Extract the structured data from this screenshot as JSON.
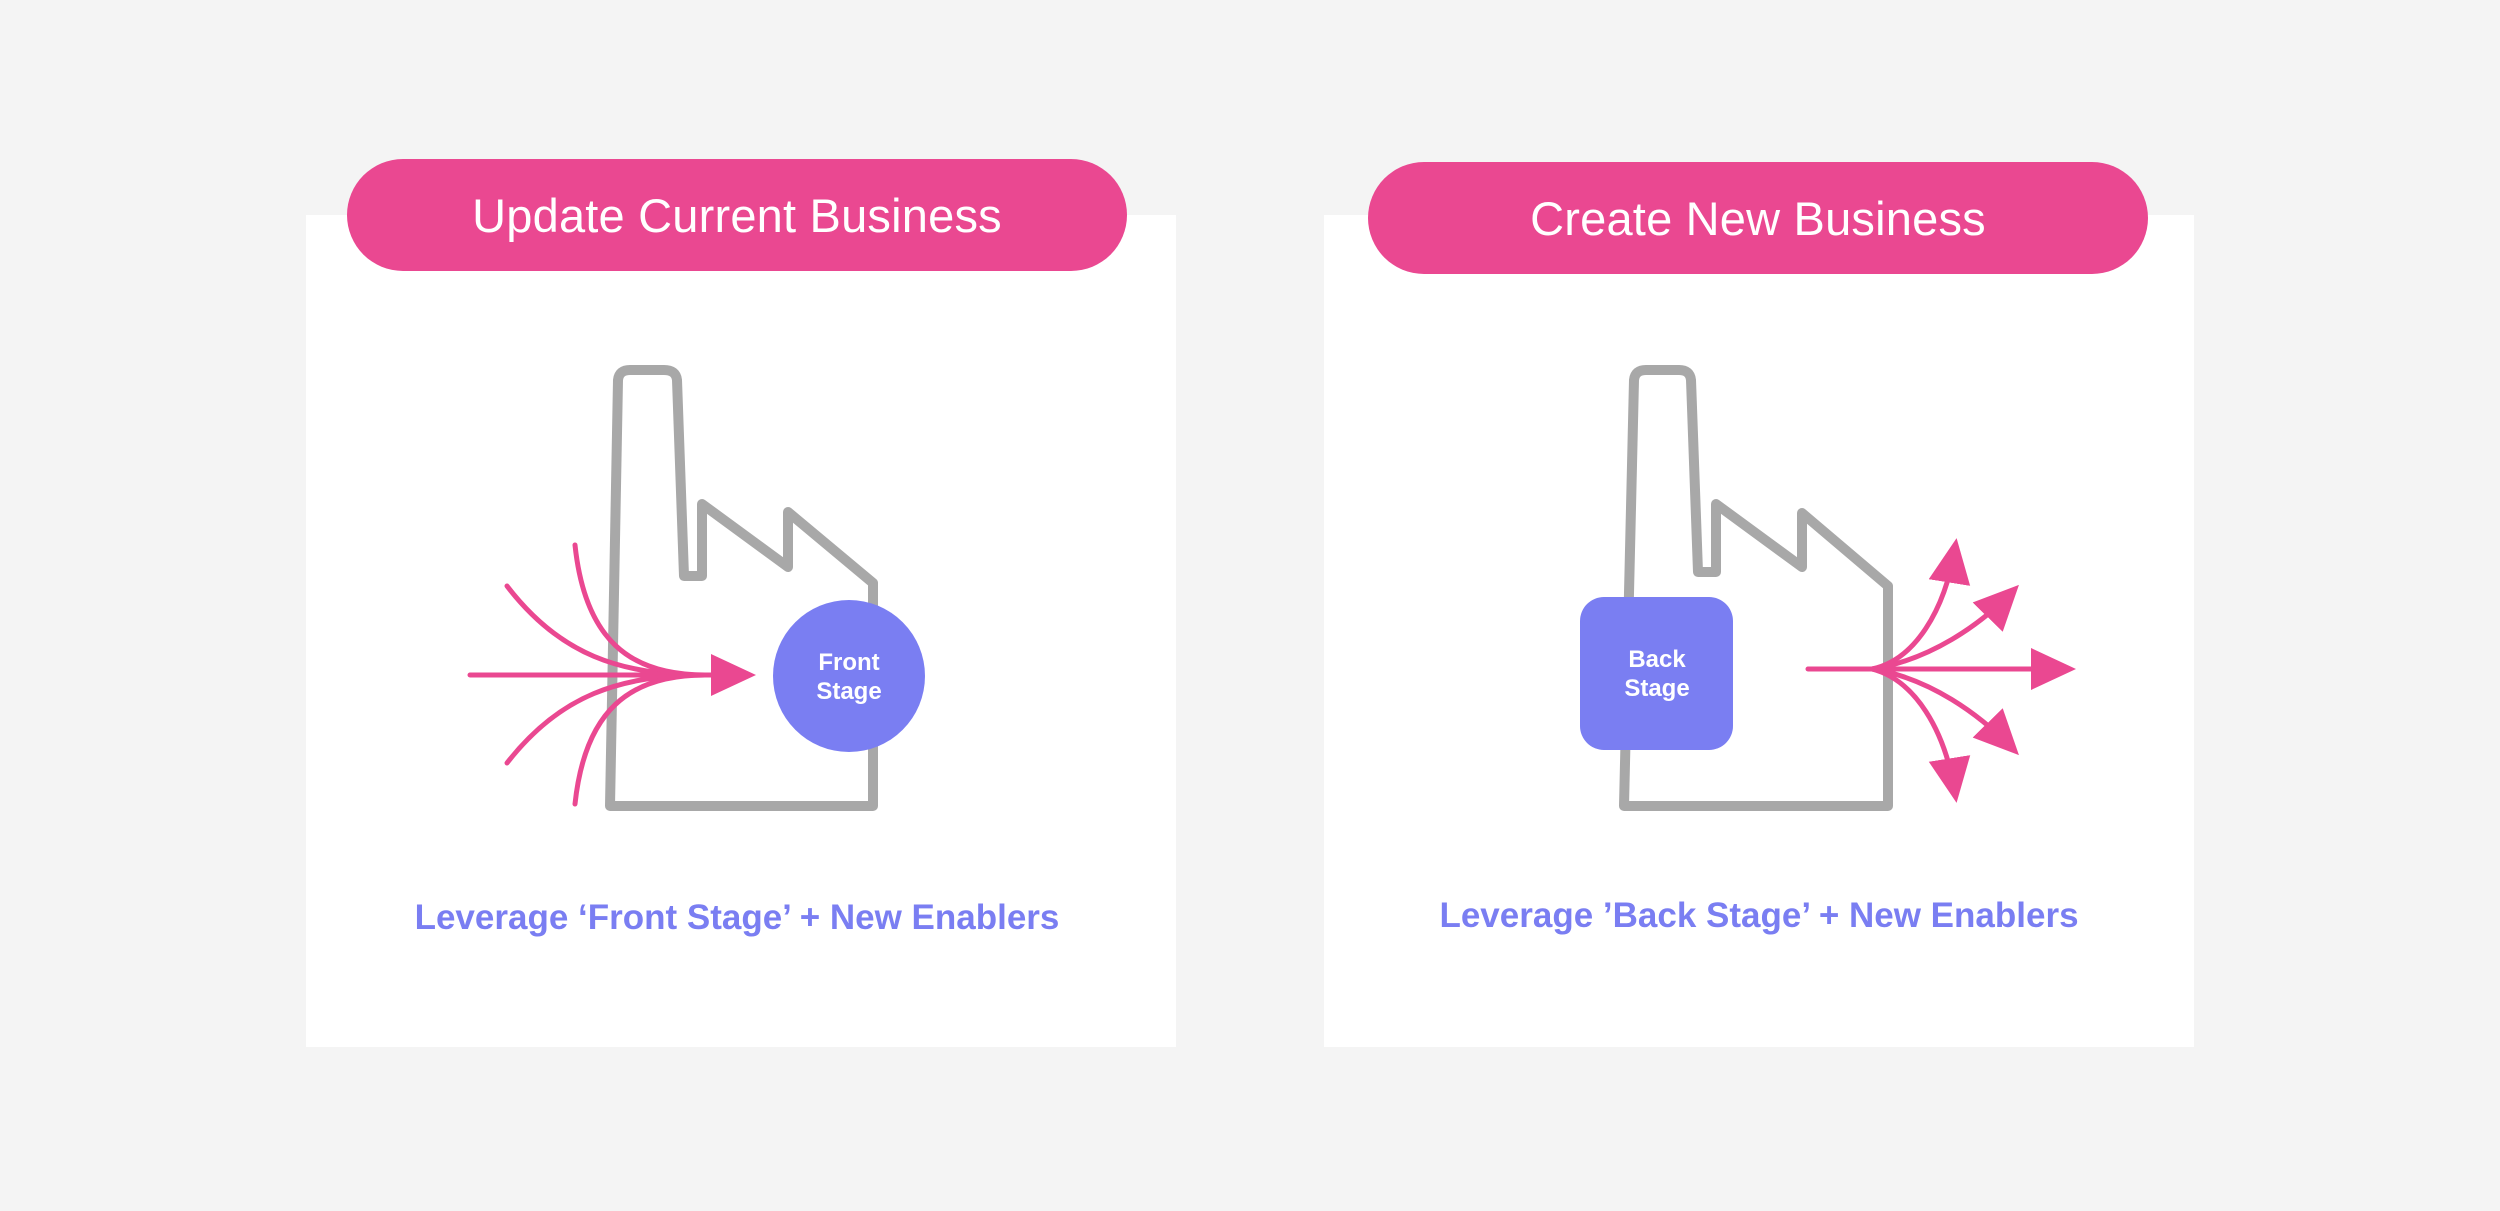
{
  "left": {
    "title": "Update Current Business",
    "shape_label_line1": "Front",
    "shape_label_line2": "Stage",
    "caption": "Leverage ‘Front Stage’ + New Enablers"
  },
  "right": {
    "title": "Create New Business",
    "shape_label_line1": "Back",
    "shape_label_line2": "Stage",
    "caption": "Leverage ’Back Stage’ + New Enablers"
  },
  "colors": {
    "background": "#f4f4f4",
    "panel": "#ffffff",
    "accent_pink": "#ea4891",
    "accent_purple": "#7a7ef2",
    "factory_gray": "#a8a8a8"
  },
  "icons": {
    "left": [
      "factory-icon",
      "converging-arrows-icon",
      "front-stage-circle"
    ],
    "right": [
      "factory-icon",
      "diverging-arrows-icon",
      "back-stage-square"
    ]
  }
}
